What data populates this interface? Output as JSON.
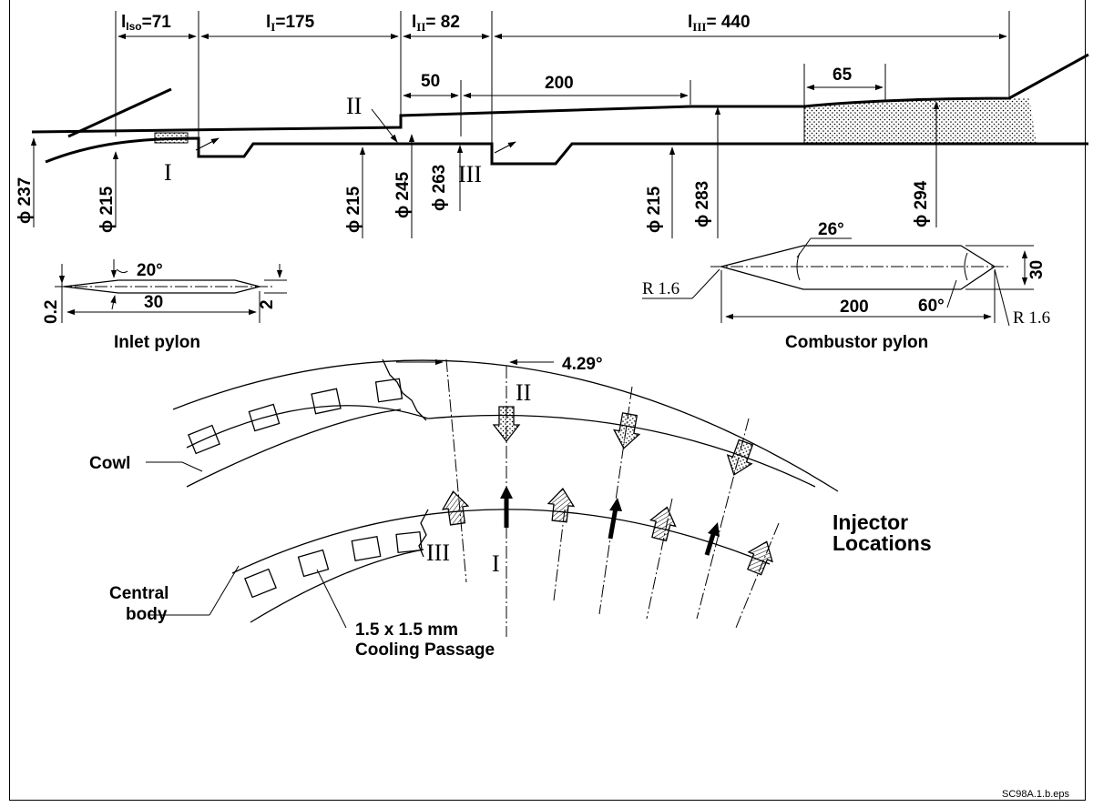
{
  "top_dims": {
    "iso": {
      "prefix": "l",
      "sub": "Iso",
      "value": "=71"
    },
    "l1": {
      "prefix": "l",
      "sub": "I",
      "value": "=175"
    },
    "l2": {
      "prefix": "l",
      "sub": "II",
      "value": "= 82"
    },
    "l3": {
      "prefix": "l",
      "sub": "III",
      "value": "= 440"
    }
  },
  "sub_dims": {
    "d50": "50",
    "d200": "200",
    "d65": "65"
  },
  "diameters": {
    "d237": "ϕ 237",
    "d215a": "ϕ 215",
    "d215b": "ϕ 215",
    "d245": "ϕ 245",
    "d263": "ϕ 263",
    "d215c": "ϕ 215",
    "d283": "ϕ 283",
    "d294": "ϕ 294"
  },
  "stations": {
    "s1": "I",
    "s2": "II",
    "s3": "III"
  },
  "inlet_pylon": {
    "angle": "20°",
    "length": "30",
    "tip": "0.2",
    "thickness": "2",
    "title": "Inlet pylon"
  },
  "combustor_pylon": {
    "angle1": "26°",
    "angle2": "60°",
    "length": "200",
    "height": "30",
    "radius1": "R 1.6",
    "radius2": "R 1.6",
    "title": "Combustor pylon"
  },
  "injectors": {
    "angle": "4.29°",
    "ring2": "II",
    "ring1": "I",
    "ring3": "III",
    "cowl": "Cowl",
    "central_body_1": "Central",
    "central_body_2": "body",
    "cooling_1": "1.5 x 1.5 mm",
    "cooling_2": "Cooling Passage",
    "title_1": "Injector",
    "title_2": "Locations"
  },
  "footer": "SC98A.1.b.eps"
}
